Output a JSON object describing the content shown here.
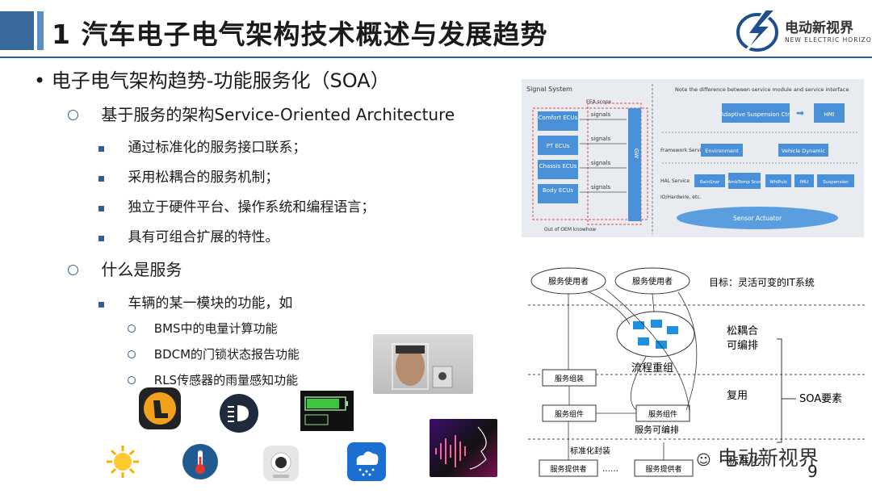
{
  "slide": {
    "title": "1  汽车电子电气架构技术概述与发展趋势",
    "page_number": "9",
    "accent_color": "#2f5e92"
  },
  "logo": {
    "name_cn": "电动新视界",
    "name_en": "NEW ELECTRIC HORIZON"
  },
  "bullets": {
    "heading": "电子电气架构趋势-功能服务化（SOA）",
    "item1": "基于服务的架构Service-Oriented Architecture",
    "item1_subs": [
      "通过标准化的服务接口联系；",
      "采用松耦合的服务机制；",
      "独立于硬件平台、操作系统和编程语言；",
      "具有可组合扩展的特性。"
    ],
    "item2": "什么是服务",
    "item2_sub": "车辆的某一模块的功能，如",
    "examples": [
      "BMS中的电量计算功能",
      "BDCM的门锁状态报告功能",
      "RLS传感器的雨量感知功能"
    ]
  },
  "signal_figure": {
    "left_title": "Signal System",
    "eea_scope": "EEA scope",
    "ecus": [
      "Comfort ECUs",
      "PT ECUs",
      "Chassis ECUs",
      "Body ECUs"
    ],
    "signal_label": "signals",
    "gw": "GW",
    "footer": "Out of OEM knowhow",
    "note": "Note the difference between service module and service interface",
    "adaptive": "Adaptive Suspension Ctrl",
    "hmi": "HMI",
    "framework_label": "Framework Service",
    "environment": "Environment",
    "vehicle_dynamic": "Vehicle Dynamic",
    "hal_label": "HAL Service",
    "hal_items": [
      "RainSnsr",
      "AmbTemp Snsr",
      "WhlPuls",
      "IMU",
      "Suspension"
    ],
    "io_label": "IO/Hardwire, etc.",
    "sensor": "Sensor Actuator"
  },
  "soa_diagram": {
    "user": "服务使用者",
    "goal": "目标：灵活可变的IT系统",
    "loose_coupling": "松耦合",
    "orchestrable": "可编排",
    "process_reorg": "流程重组",
    "service_assembly": "服务组装",
    "component": "服务组件",
    "reuse": "复用",
    "soa_elements": "SOA要素",
    "orchestrable2": "服务可编排",
    "standard_pkg": "标准化封装",
    "dots": "……",
    "provider": "服务提供者",
    "standardize": "标准化"
  },
  "icons": [
    "seat-icon",
    "headlight-icon",
    "battery-icon",
    "sun-icon",
    "thermometer-icon",
    "camera-icon",
    "rain-cloud-icon"
  ],
  "images": [
    "face-recognition-image",
    "voice-waveform-image"
  ],
  "watermark": "电动新视界"
}
